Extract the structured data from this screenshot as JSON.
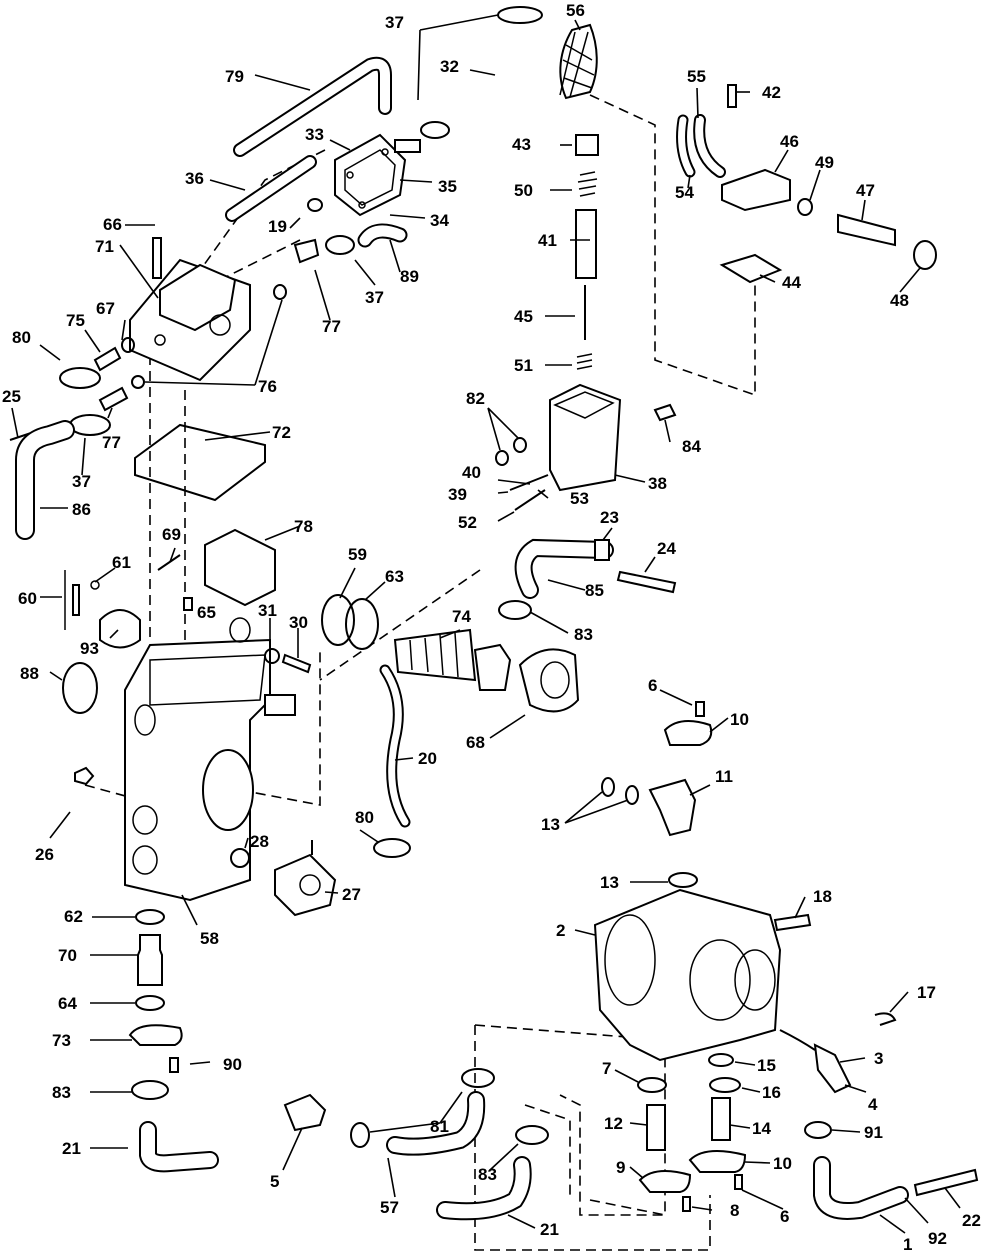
{
  "diagram": {
    "callouts": {
      "c1": "1",
      "c2": "2",
      "c3": "3",
      "c4": "4",
      "c5": "5",
      "c6a": "6",
      "c6b": "6",
      "c7": "7",
      "c8": "8",
      "c9": "9",
      "c10a": "10",
      "c10b": "10",
      "c11": "11",
      "c12": "12",
      "c13a": "13",
      "c13b": "13",
      "c14": "14",
      "c15": "15",
      "c16": "16",
      "c17": "17",
      "c18": "18",
      "c19": "19",
      "c20": "20",
      "c21a": "21",
      "c21b": "21",
      "c22": "22",
      "c23": "23",
      "c24": "24",
      "c25": "25",
      "c26": "26",
      "c27": "27",
      "c28": "28",
      "c30": "30",
      "c31": "31",
      "c32": "32",
      "c33": "33",
      "c34": "34",
      "c35": "35",
      "c36": "36",
      "c37a": "37",
      "c37b": "37",
      "c37c": "37",
      "c38": "38",
      "c39": "39",
      "c40": "40",
      "c41": "41",
      "c42": "42",
      "c43": "43",
      "c44": "44",
      "c45": "45",
      "c46": "46",
      "c47": "47",
      "c48": "48",
      "c49": "49",
      "c50": "50",
      "c51": "51",
      "c52": "52",
      "c53": "53",
      "c54": "54",
      "c55": "55",
      "c56": "56",
      "c57": "57",
      "c58": "58",
      "c59": "59",
      "c60": "60",
      "c61": "61",
      "c62": "62",
      "c63": "63",
      "c64": "64",
      "c65": "65",
      "c66": "66",
      "c67": "67",
      "c68": "68",
      "c69": "69",
      "c70": "70",
      "c71": "71",
      "c72": "72",
      "c73": "73",
      "c74": "74",
      "c75": "75",
      "c76": "76",
      "c77a": "77",
      "c77b": "77",
      "c78": "78",
      "c79": "79",
      "c80a": "80",
      "c80b": "80",
      "c81": "81",
      "c82": "82",
      "c83a": "83",
      "c83b": "83",
      "c83c": "83",
      "c84": "84",
      "c85": "85",
      "c86": "86",
      "c88": "88",
      "c89": "89",
      "c90": "90",
      "c91": "91",
      "c92": "92",
      "c93": "93"
    }
  }
}
